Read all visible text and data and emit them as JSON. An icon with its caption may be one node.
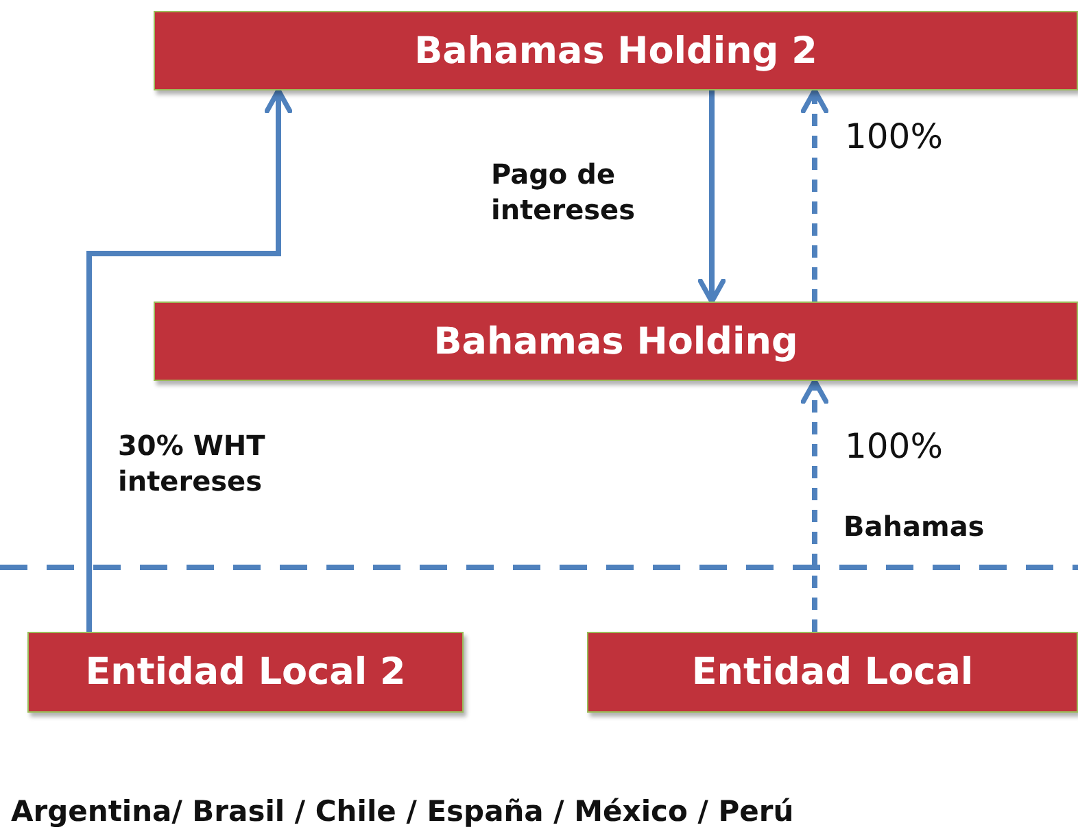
{
  "diagram": {
    "nodes": [
      {
        "text": [
          "Bahamas Holding 2"
        ]
      },
      {
        "text": [
          "Bahamas Holding"
        ]
      },
      {
        "text": [
          "Entidad Local 2"
        ]
      },
      {
        "text": [
          "Entidad Local"
        ]
      }
    ],
    "edges": [
      {
        "from": 0,
        "to": 1,
        "arrow": "to",
        "label": "Pago de intereses"
      },
      {
        "from": 1,
        "to": 0,
        "arrow": "to",
        "style": "dashed",
        "label": "100%"
      },
      {
        "from": 3,
        "to": 1,
        "arrow": "to",
        "style": "dashed",
        "label": "100%"
      },
      {
        "from": 2,
        "to": 0,
        "arrow": "to",
        "label": "30% WHT intereses"
      }
    ],
    "labels": [
      "Bahamas",
      "Argentina/ Brasil / Chile / España / México / Perú"
    ]
  }
}
